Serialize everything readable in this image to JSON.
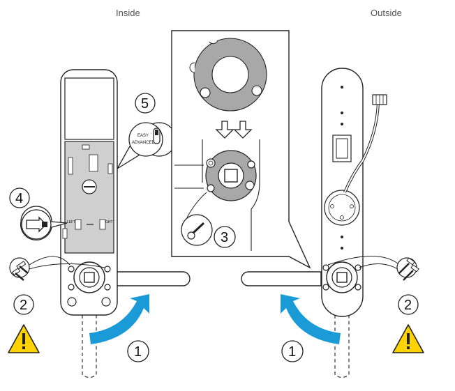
{
  "labels": {
    "inside": "Inside",
    "outside": "Outside"
  },
  "callouts": {
    "step1_left": "1",
    "step1_right": "1",
    "step2_left": "2",
    "step2_right": "2",
    "step3": "3",
    "step4": "4",
    "step5": "5"
  },
  "switch": {
    "easy": "EASY",
    "advanced": "ADVANCED"
  },
  "handing": {
    "left": "LEFT",
    "right": "RIGHT"
  },
  "colors": {
    "arrow": "#1a9ad6",
    "plate": "#cfcfcf",
    "ring": "#a8a8a8",
    "warning": "#ffd200"
  }
}
